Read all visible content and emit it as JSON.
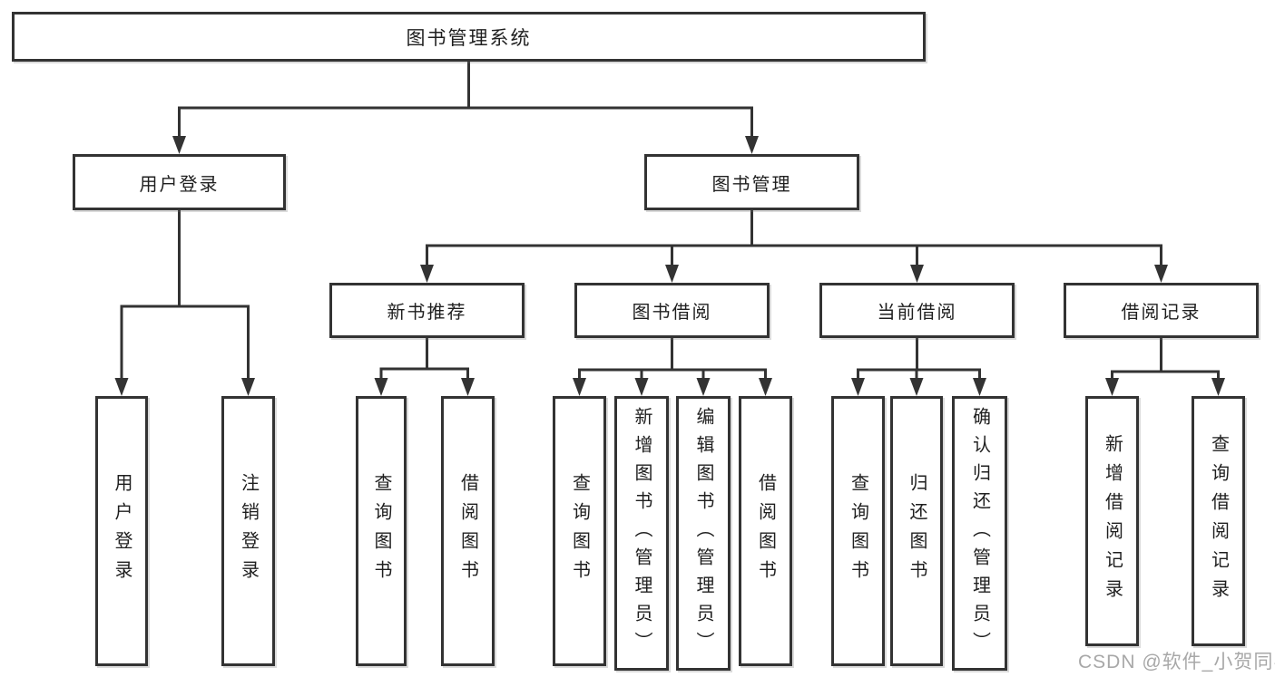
{
  "diagram": {
    "nodes": {
      "root": {
        "label": "图书管理系统"
      },
      "login": {
        "label": "用户登录"
      },
      "mgmt": {
        "label": "图书管理"
      },
      "leaf_login": {
        "label": "用户登录"
      },
      "leaf_logout": {
        "label": "注销登录"
      },
      "rec": {
        "label": "新书推荐"
      },
      "borrow": {
        "label": "图书借阅"
      },
      "current": {
        "label": "当前借阅"
      },
      "records": {
        "label": "借阅记录"
      },
      "rec_query": {
        "label": "查询图书"
      },
      "rec_borrow": {
        "label": "借阅图书"
      },
      "b_query": {
        "label": "查询图书"
      },
      "b_add": {
        "label": "新增图书（管理员）"
      },
      "b_edit": {
        "label": "编辑图书（管理员）"
      },
      "b_borrow": {
        "label": "借阅图书"
      },
      "c_query": {
        "label": "查询图书"
      },
      "c_return": {
        "label": "归还图书"
      },
      "c_confirm": {
        "label": "确认归还（管理员）"
      },
      "r_add": {
        "label": "新增借阅记录"
      },
      "r_query": {
        "label": "查询借阅记录"
      }
    },
    "colors": {
      "line": "#333333",
      "text": "#1f1f1f",
      "watermark": "#a8a8a8"
    }
  },
  "watermark": {
    "text": "CSDN @软件_小贺同学"
  }
}
